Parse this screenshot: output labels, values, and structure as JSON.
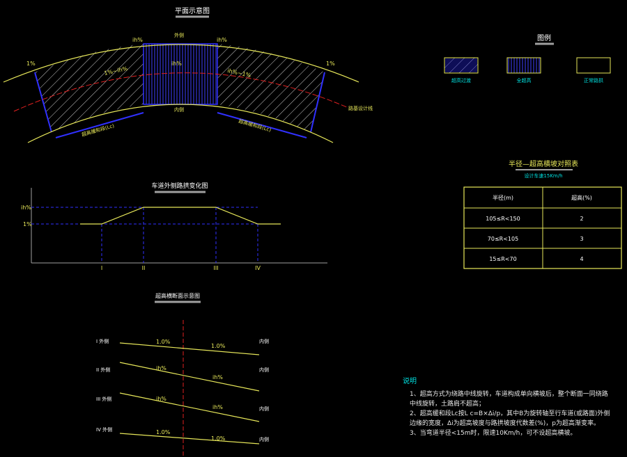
{
  "plan": {
    "title": "平面示意图",
    "label_outer_left": "1%",
    "label_outer_right": "1%",
    "label_mid_left": "ih%",
    "label_mid_right": "ih%",
    "label_outside": "外侧",
    "label_center": "ih%",
    "label_inside": "内侧",
    "label_trans_left": "1%~ih%",
    "label_trans_right": "ih%~1%",
    "label_len_left": "超高缓和段(Lc)",
    "label_len_right": "超高缓和段(Lc)",
    "label_centerline": "路基设计线"
  },
  "legend": {
    "title": "图例",
    "items": [
      {
        "label": "超高过渡"
      },
      {
        "label": "全超高"
      },
      {
        "label": "正常路拱"
      }
    ]
  },
  "profile": {
    "title": "车道外侧路拱变化图",
    "y_label_top": "ih%",
    "y_label_bottom": "1%",
    "x_labels": [
      "I",
      "II",
      "III",
      "IV"
    ]
  },
  "table": {
    "title": "半径—超高横坡对照表",
    "subtitle": "设计车速15Km/h",
    "headers": [
      "半径(m)",
      "超高(%)"
    ],
    "rows": [
      [
        "105≤R<150",
        "2"
      ],
      [
        "70≤R<105",
        "3"
      ],
      [
        "15≤R<70",
        "4"
      ]
    ]
  },
  "sections": {
    "title": "超高横断面示意图",
    "rows": [
      {
        "tag": "I 外侧",
        "left": "1.0%",
        "right": "1.0%",
        "end": "内侧"
      },
      {
        "tag": "II 外侧",
        "left": "ih%",
        "right": "ih%",
        "end": "内侧"
      },
      {
        "tag": "III 外侧",
        "left": "ih%",
        "right": "ih%",
        "end": "内侧"
      },
      {
        "tag": "IV 外侧",
        "left": "1.0%",
        "right": "1.0%",
        "end": "内侧"
      }
    ]
  },
  "notes": {
    "title": "说明",
    "items": [
      "1、超高方式为绕路中线旋转，车道构成单向横坡后，整个断面一同绕路中线旋转，土路肩不超高；",
      "2、超高缓和段Lc按L c=B×Δi/p，其中B为旋转轴至行车道(或路面)外侧边缘的宽度，Δi为超高坡度与路拱坡度代数差(%)，p为超高渐变率。",
      "3、当弯道半径<15m时，限速10Km/h，可不设超高横坡。"
    ]
  },
  "colors": {
    "yellow": "#e8e85a",
    "cyan": "#00e0e0",
    "blue": "#2020e0",
    "red": "#e02020",
    "white": "#ffffff",
    "gray": "#a0a0a0"
  }
}
